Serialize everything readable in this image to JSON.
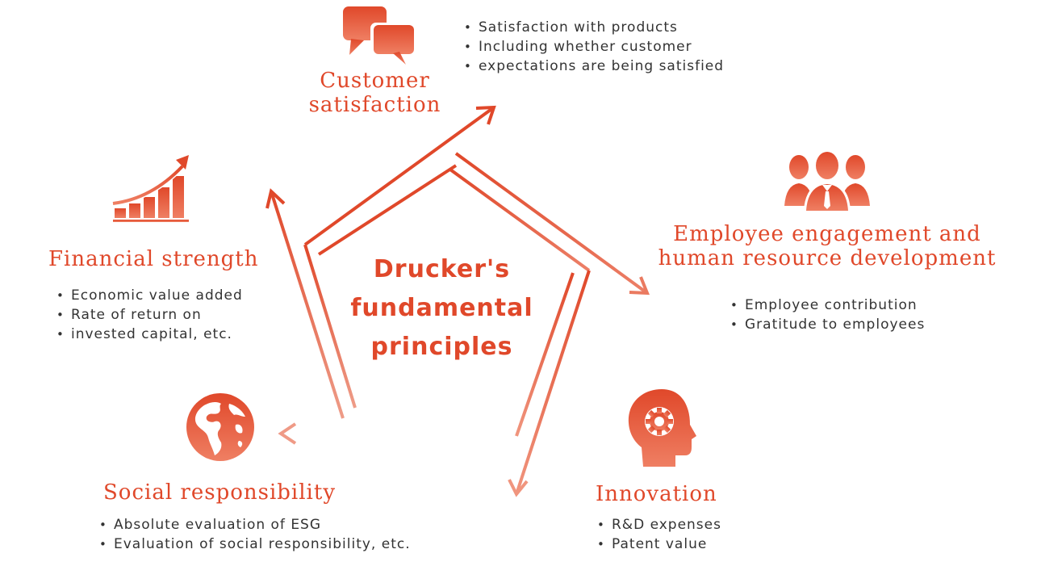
{
  "center": {
    "lines": [
      "Drucker's",
      "fundamental",
      "principles"
    ]
  },
  "customer": {
    "title_lines": [
      "Customer",
      "satisfaction"
    ],
    "bullets": [
      "Satisfaction with products",
      "Including whether customer",
      "expectations are being satisfied"
    ]
  },
  "employee": {
    "title_lines": [
      "Employee engagement and",
      "human resource development"
    ],
    "bullets": [
      "Employee contribution",
      "Gratitude to employees"
    ]
  },
  "innovation": {
    "title": "Innovation",
    "bullets": [
      "R&D expenses",
      "Patent value"
    ]
  },
  "social": {
    "title": "Social responsibility",
    "bullets": [
      "Absolute evaluation of ESG",
      "Evaluation of social responsibility, etc."
    ]
  },
  "financial": {
    "title": "Financial strength",
    "bullets": [
      "Economic value added",
      "Rate of return on",
      "invested capital, etc."
    ]
  },
  "colors": {
    "accent": "#e0482a",
    "accent_light": "#f08a6c",
    "text": "#333333"
  },
  "icons": {
    "customer": "speech-bubbles-icon",
    "employee": "people-group-icon",
    "innovation": "head-gear-icon",
    "social": "globe-icon",
    "financial": "growth-chart-icon"
  }
}
